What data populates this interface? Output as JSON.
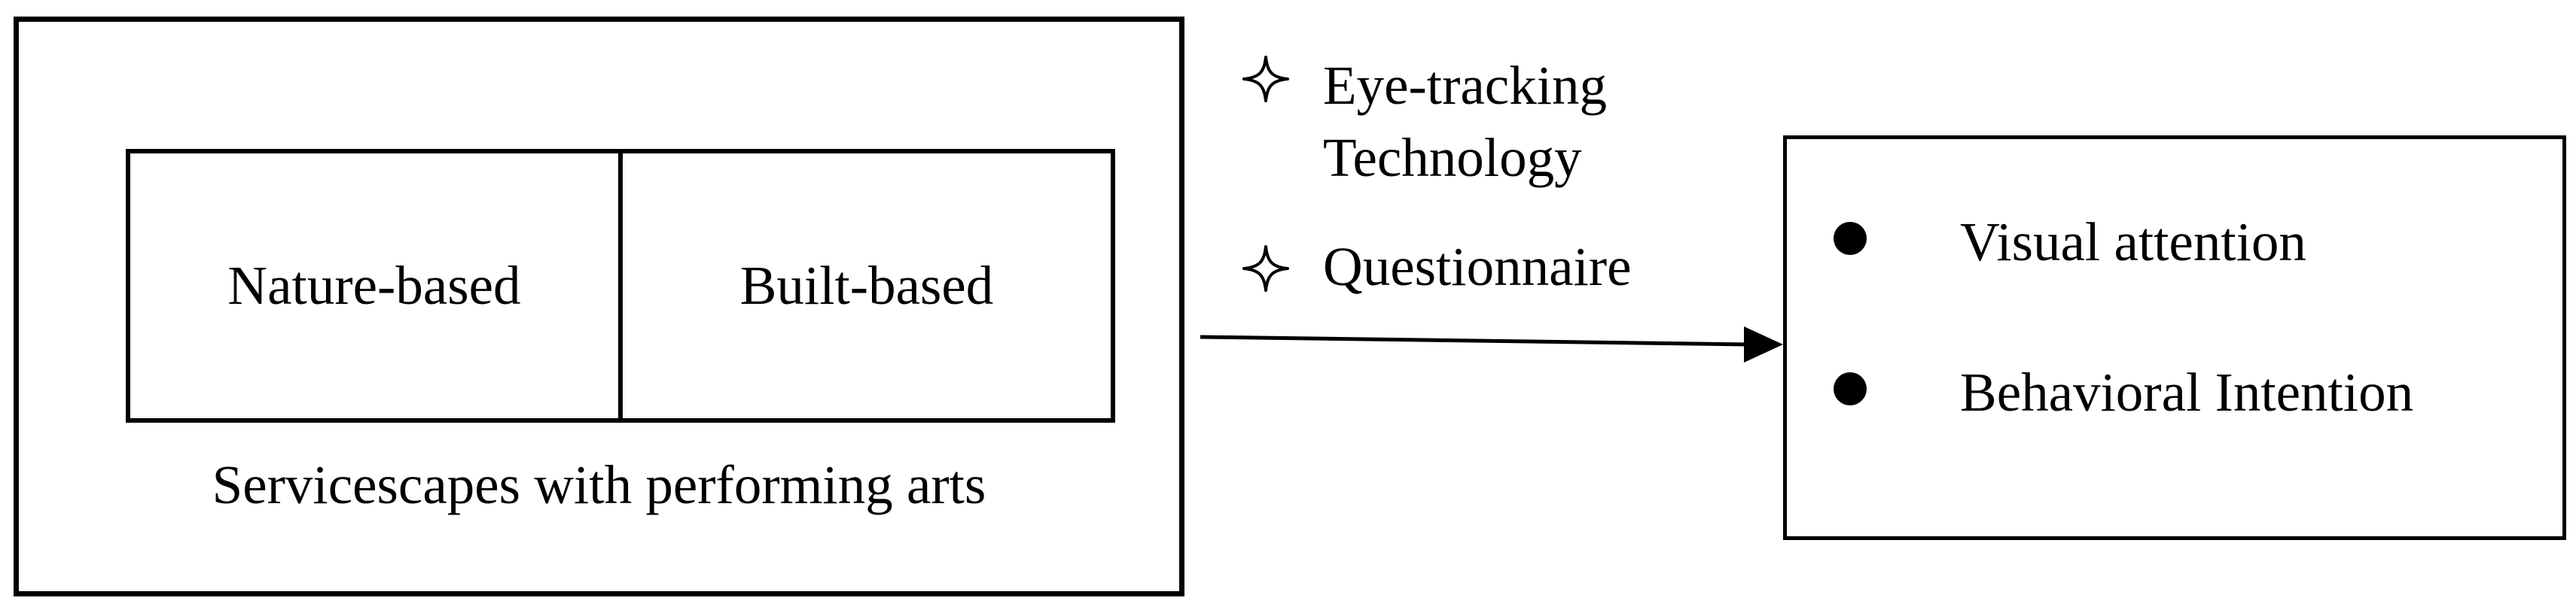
{
  "servicescape": {
    "caption": "Servicescapes with performing arts",
    "types": [
      {
        "label": "Nature-based"
      },
      {
        "label": "Built-based"
      }
    ]
  },
  "methods": [
    {
      "icon": "four-point-star-icon",
      "lines": [
        "Eye-tracking",
        "Technology"
      ]
    },
    {
      "icon": "four-point-star-icon",
      "lines": [
        "Questionnaire"
      ]
    }
  ],
  "outcomes": [
    {
      "icon": "bullet-icon",
      "label": "Visual attention"
    },
    {
      "icon": "bullet-icon",
      "label": "Behavioral Intention"
    }
  ],
  "colors": {
    "stroke": "#000000",
    "background": "#ffffff"
  }
}
